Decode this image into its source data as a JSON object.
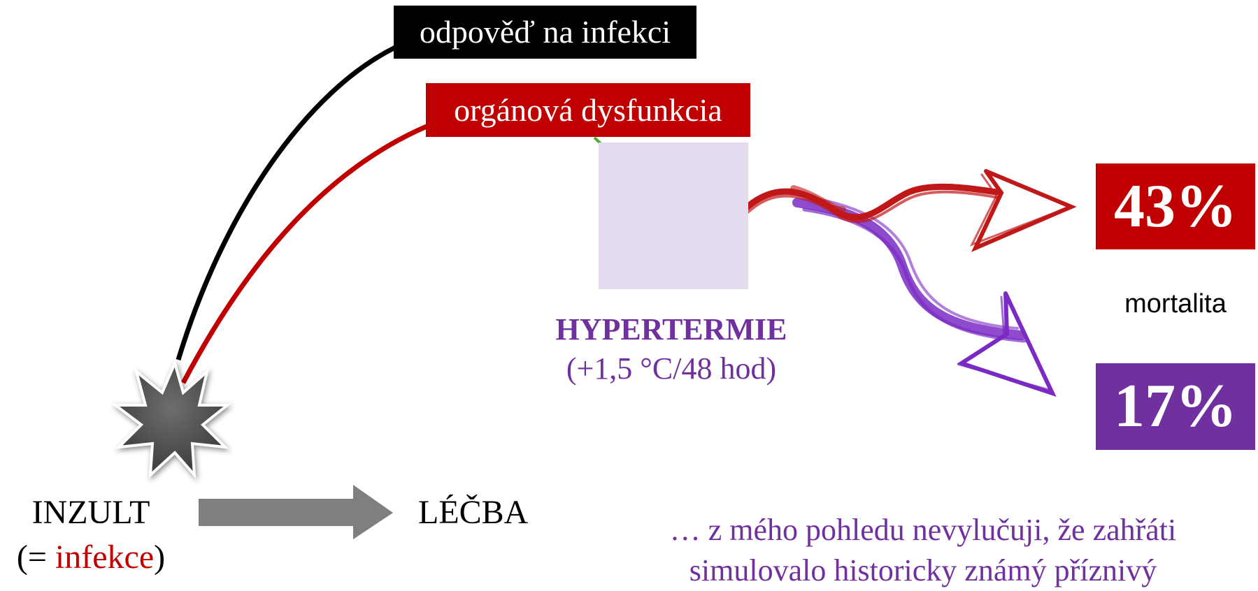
{
  "labels": {
    "infection_response": "odpověď na infekci",
    "organ_dysfunction": "orgánová dysfunkcia",
    "hyperthermia_title": "HYPERTERMIE",
    "hyperthermia_detail": "(+1,5 °C/48 hod)",
    "insult": "INZULT",
    "insult_detail_open": "(= ",
    "insult_detail_word": "infekce",
    "insult_detail_close": ")",
    "treatment": "LÉČBA",
    "mortality": "mortalita",
    "note_line1": "… z mého pohledu nevylučuji, že zahřáti",
    "note_line2": "simulovalo historicky známý příznivý"
  },
  "results": {
    "untreated": "43%",
    "hyperthermia": "17%"
  },
  "colors": {
    "black": "#000000",
    "red": "#c00000",
    "purple": "#7030a0",
    "green": "#4caf2e",
    "grey": "#7f7f7f",
    "lavender": "#e4dbef"
  },
  "icons": {
    "insult": "starburst-icon",
    "flow": "right-arrow-icon"
  }
}
